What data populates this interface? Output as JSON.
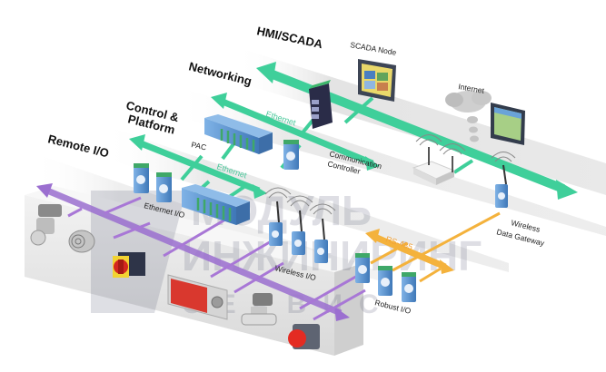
{
  "diagram": {
    "title": "Industrial automation network architecture",
    "levels": [
      {
        "id": "hmi-scada",
        "label": "HMI/SCADA"
      },
      {
        "id": "networking",
        "label": "Networking"
      },
      {
        "id": "control-platform",
        "label_line1": "Control &",
        "label_line2": "Platform"
      },
      {
        "id": "remote-io",
        "label": "Remote I/O"
      }
    ],
    "buses": {
      "ethernet_upper": "Ethernet",
      "ethernet_lower": "Ethernet",
      "rs485": "RS-485"
    },
    "devices": {
      "scada_node": "SCADA Node",
      "internet": "Internet",
      "pac": "PAC",
      "communication_controller_line1": "Communication",
      "communication_controller_line2": "Controller",
      "ethernet_io": "Ethernet I/O",
      "wireless_io": "Wireless I/O",
      "robust_io": "Robust I/O",
      "wireless_gateway_line1": "Wireless",
      "wireless_gateway_line2": "Data Gateway"
    },
    "watermark": {
      "line1": "МОДУЛЬ",
      "line2": "ИНЖИНИРИНГ",
      "line3": "СЕРВИС"
    },
    "colors": {
      "ethernet": "#3fcf9a",
      "fieldbus": "#9b6fd0",
      "rs485": "#f4b23c",
      "module_blue": "#5a95d2",
      "band": "#e6e6e6"
    }
  }
}
